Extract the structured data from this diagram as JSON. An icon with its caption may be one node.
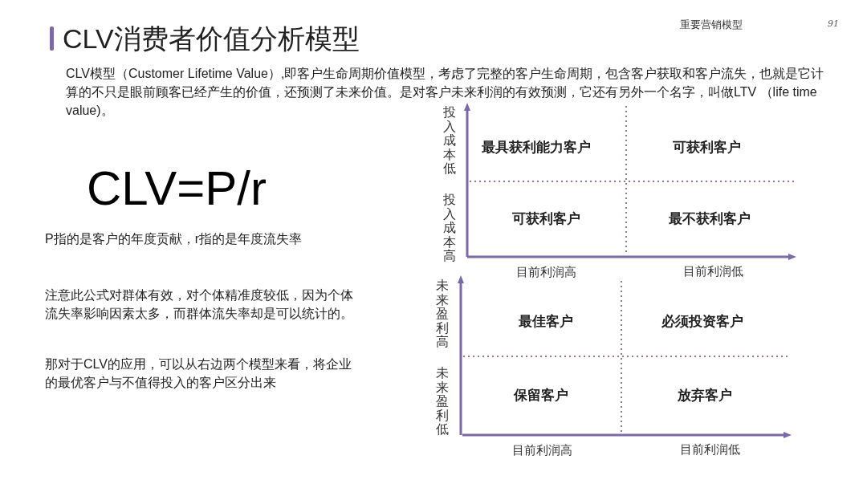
{
  "diagram": {
    "title": "CLV消费者价值分析模型",
    "labels": [
      "重要营销模型",
      "91",
      "CLV模型（Customer Lifetime Value）,即客户生命周期价值模型，考虑了完整的客户生命周期，包含客户获取和客户流失，也就是它计算的不只是眼前顾客已经产生的价值，还预测了未来价值。是对客户未来利润的有效预测，它还有另外一个名字，叫做LTV （life time value)。",
      "CLV=P/r",
      "P指的是客户的年度贡献，r指的是年度流失率",
      "注意此公式对群体有效，对个体精准度较低，因为个体流失率影响因素太多，而群体流失率却是可以统计的。",
      "那对于CLV的应用，可以从右边两个模型来看，将企业的最优客户与不值得投入的客户区分出来",
      "投入成本低",
      "投入成本高",
      "最具获利能力客户",
      "可获利客户",
      "可获利客户",
      "最不获利客户",
      "目前利润高",
      "目前利润低",
      "未来盈利高",
      "未来盈利低",
      "最佳客户",
      "必须投资客户",
      "保留客户",
      "放弃客户",
      "目前利润高",
      "目前利润低"
    ]
  }
}
